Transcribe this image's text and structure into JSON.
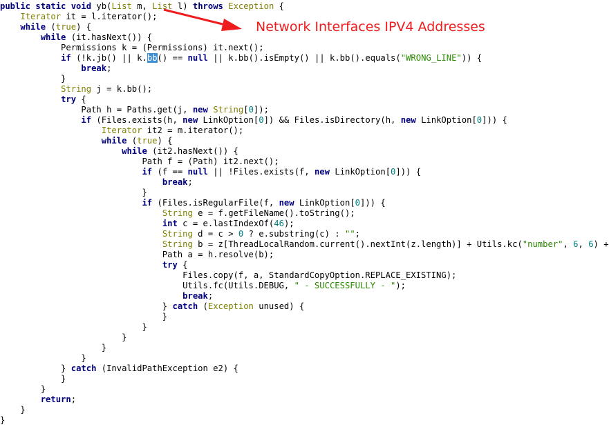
{
  "annotation": {
    "text": "Network Interfaces IPV4 Addresses",
    "color": "#ee1c1c"
  },
  "editor": {
    "highlight_color": "#3d8fd6",
    "highlighted_token": "bb",
    "lines": [
      [
        {
          "t": "public static void ",
          "c": "kw"
        },
        {
          "t": "yb("
        },
        {
          "t": "List",
          "c": "ty"
        },
        {
          "t": " m, "
        },
        {
          "t": "List",
          "c": "ty"
        },
        {
          "t": " l) "
        },
        {
          "t": "throws",
          "c": "kw"
        },
        {
          "t": " "
        },
        {
          "t": "Exception",
          "c": "ty"
        },
        {
          "t": " {"
        }
      ],
      [
        {
          "t": "    "
        },
        {
          "t": "Iterator",
          "c": "ty"
        },
        {
          "t": " it = l.iterator();"
        }
      ],
      [
        {
          "t": "    "
        },
        {
          "t": "while",
          "c": "kw"
        },
        {
          "t": " ("
        },
        {
          "t": "true",
          "c": "ty"
        },
        {
          "t": ") {"
        }
      ],
      [
        {
          "t": "        "
        },
        {
          "t": "while",
          "c": "kw"
        },
        {
          "t": " (it.hasNext()) {"
        }
      ],
      [
        {
          "t": "            Permissions k = (Permissions) it.next();"
        }
      ],
      [
        {
          "t": "            "
        },
        {
          "t": "if",
          "c": "kw"
        },
        {
          "t": " (!k.jb() || k."
        },
        {
          "t": "bb",
          "c": "hl"
        },
        {
          "t": "() == "
        },
        {
          "t": "null",
          "c": "kw"
        },
        {
          "t": " || k.bb().isEmpty() || k.bb().equals("
        },
        {
          "t": "\"WRONG_LINE\"",
          "c": "str"
        },
        {
          "t": ")) {"
        }
      ],
      [
        {
          "t": "                "
        },
        {
          "t": "break",
          "c": "kw"
        },
        {
          "t": ";"
        }
      ],
      [
        {
          "t": "            }"
        }
      ],
      [
        {
          "t": "            "
        },
        {
          "t": "String",
          "c": "ty"
        },
        {
          "t": " j = k.bb();"
        }
      ],
      [
        {
          "t": "            "
        },
        {
          "t": "try",
          "c": "kw"
        },
        {
          "t": " {"
        }
      ],
      [
        {
          "t": "                Path h = Paths.get(j, "
        },
        {
          "t": "new",
          "c": "kw"
        },
        {
          "t": " "
        },
        {
          "t": "String",
          "c": "ty"
        },
        {
          "t": "["
        },
        {
          "t": "0",
          "c": "num"
        },
        {
          "t": "]);"
        }
      ],
      [
        {
          "t": "                "
        },
        {
          "t": "if",
          "c": "kw"
        },
        {
          "t": " (Files.exists(h, "
        },
        {
          "t": "new",
          "c": "kw"
        },
        {
          "t": " LinkOption["
        },
        {
          "t": "0",
          "c": "num"
        },
        {
          "t": "]) && Files.isDirectory(h, "
        },
        {
          "t": "new",
          "c": "kw"
        },
        {
          "t": " LinkOption["
        },
        {
          "t": "0",
          "c": "num"
        },
        {
          "t": "])) {"
        }
      ],
      [
        {
          "t": "                    "
        },
        {
          "t": "Iterator",
          "c": "ty"
        },
        {
          "t": " it2 = m.iterator();"
        }
      ],
      [
        {
          "t": "                    "
        },
        {
          "t": "while",
          "c": "kw"
        },
        {
          "t": " ("
        },
        {
          "t": "true",
          "c": "ty"
        },
        {
          "t": ") {"
        }
      ],
      [
        {
          "t": "                        "
        },
        {
          "t": "while",
          "c": "kw"
        },
        {
          "t": " (it2.hasNext()) {"
        }
      ],
      [
        {
          "t": "                            Path f = (Path) it2.next();"
        }
      ],
      [
        {
          "t": "                            "
        },
        {
          "t": "if",
          "c": "kw"
        },
        {
          "t": " (f == "
        },
        {
          "t": "null",
          "c": "kw"
        },
        {
          "t": " || !Files.exists(f, "
        },
        {
          "t": "new",
          "c": "kw"
        },
        {
          "t": " LinkOption["
        },
        {
          "t": "0",
          "c": "num"
        },
        {
          "t": "])) {"
        }
      ],
      [
        {
          "t": "                                "
        },
        {
          "t": "break",
          "c": "kw"
        },
        {
          "t": ";"
        }
      ],
      [
        {
          "t": "                            }"
        }
      ],
      [
        {
          "t": "                            "
        },
        {
          "t": "if",
          "c": "kw"
        },
        {
          "t": " (Files.isRegularFile(f, "
        },
        {
          "t": "new",
          "c": "kw"
        },
        {
          "t": " LinkOption["
        },
        {
          "t": "0",
          "c": "num"
        },
        {
          "t": "])) {"
        }
      ],
      [
        {
          "t": "                                "
        },
        {
          "t": "String",
          "c": "ty"
        },
        {
          "t": " e = f.getFileName().toString();"
        }
      ],
      [
        {
          "t": "                                "
        },
        {
          "t": "int",
          "c": "kw"
        },
        {
          "t": " c = e.lastIndexOf("
        },
        {
          "t": "46",
          "c": "num"
        },
        {
          "t": ");"
        }
      ],
      [
        {
          "t": "                                "
        },
        {
          "t": "String",
          "c": "ty"
        },
        {
          "t": " d = c > "
        },
        {
          "t": "0",
          "c": "num"
        },
        {
          "t": " ? e.substring(c) : "
        },
        {
          "t": "\"\"",
          "c": "str"
        },
        {
          "t": ";"
        }
      ],
      [
        {
          "t": "                                "
        },
        {
          "t": "String",
          "c": "ty"
        },
        {
          "t": " b = z[ThreadLocalRandom.current().nextInt(z.length)] + Utils.kc("
        },
        {
          "t": "\"number\"",
          "c": "str"
        },
        {
          "t": ", "
        },
        {
          "t": "6",
          "c": "num"
        },
        {
          "t": ", "
        },
        {
          "t": "6",
          "c": "num"
        },
        {
          "t": ") + d;"
        }
      ],
      [
        {
          "t": "                                Path a = h.resolve(b);"
        }
      ],
      [
        {
          "t": "                                "
        },
        {
          "t": "try",
          "c": "kw"
        },
        {
          "t": " {"
        }
      ],
      [
        {
          "t": "                                    Files.copy(f, a, StandardCopyOption.REPLACE_EXISTING);"
        }
      ],
      [
        {
          "t": "                                    Utils.fc(Utils.DEBUG, "
        },
        {
          "t": "\" - SUCCESSFULLY - \"",
          "c": "str"
        },
        {
          "t": ");"
        }
      ],
      [
        {
          "t": "                                    "
        },
        {
          "t": "break",
          "c": "kw"
        },
        {
          "t": ";"
        }
      ],
      [
        {
          "t": "                                } "
        },
        {
          "t": "catch",
          "c": "kw"
        },
        {
          "t": " ("
        },
        {
          "t": "Exception",
          "c": "ty"
        },
        {
          "t": " unused) {"
        }
      ],
      [
        {
          "t": "                                }"
        }
      ],
      [
        {
          "t": "                            }"
        }
      ],
      [
        {
          "t": "                        }"
        }
      ],
      [
        {
          "t": "                    }"
        }
      ],
      [
        {
          "t": "                }"
        }
      ],
      [
        {
          "t": "            } "
        },
        {
          "t": "catch",
          "c": "kw"
        },
        {
          "t": " (InvalidPathException e2) {"
        }
      ],
      [
        {
          "t": "            }"
        }
      ],
      [
        {
          "t": "        }"
        }
      ],
      [
        {
          "t": "        "
        },
        {
          "t": "return",
          "c": "kw"
        },
        {
          "t": ";"
        }
      ],
      [
        {
          "t": "    }"
        }
      ],
      [
        {
          "t": "}"
        }
      ]
    ]
  }
}
